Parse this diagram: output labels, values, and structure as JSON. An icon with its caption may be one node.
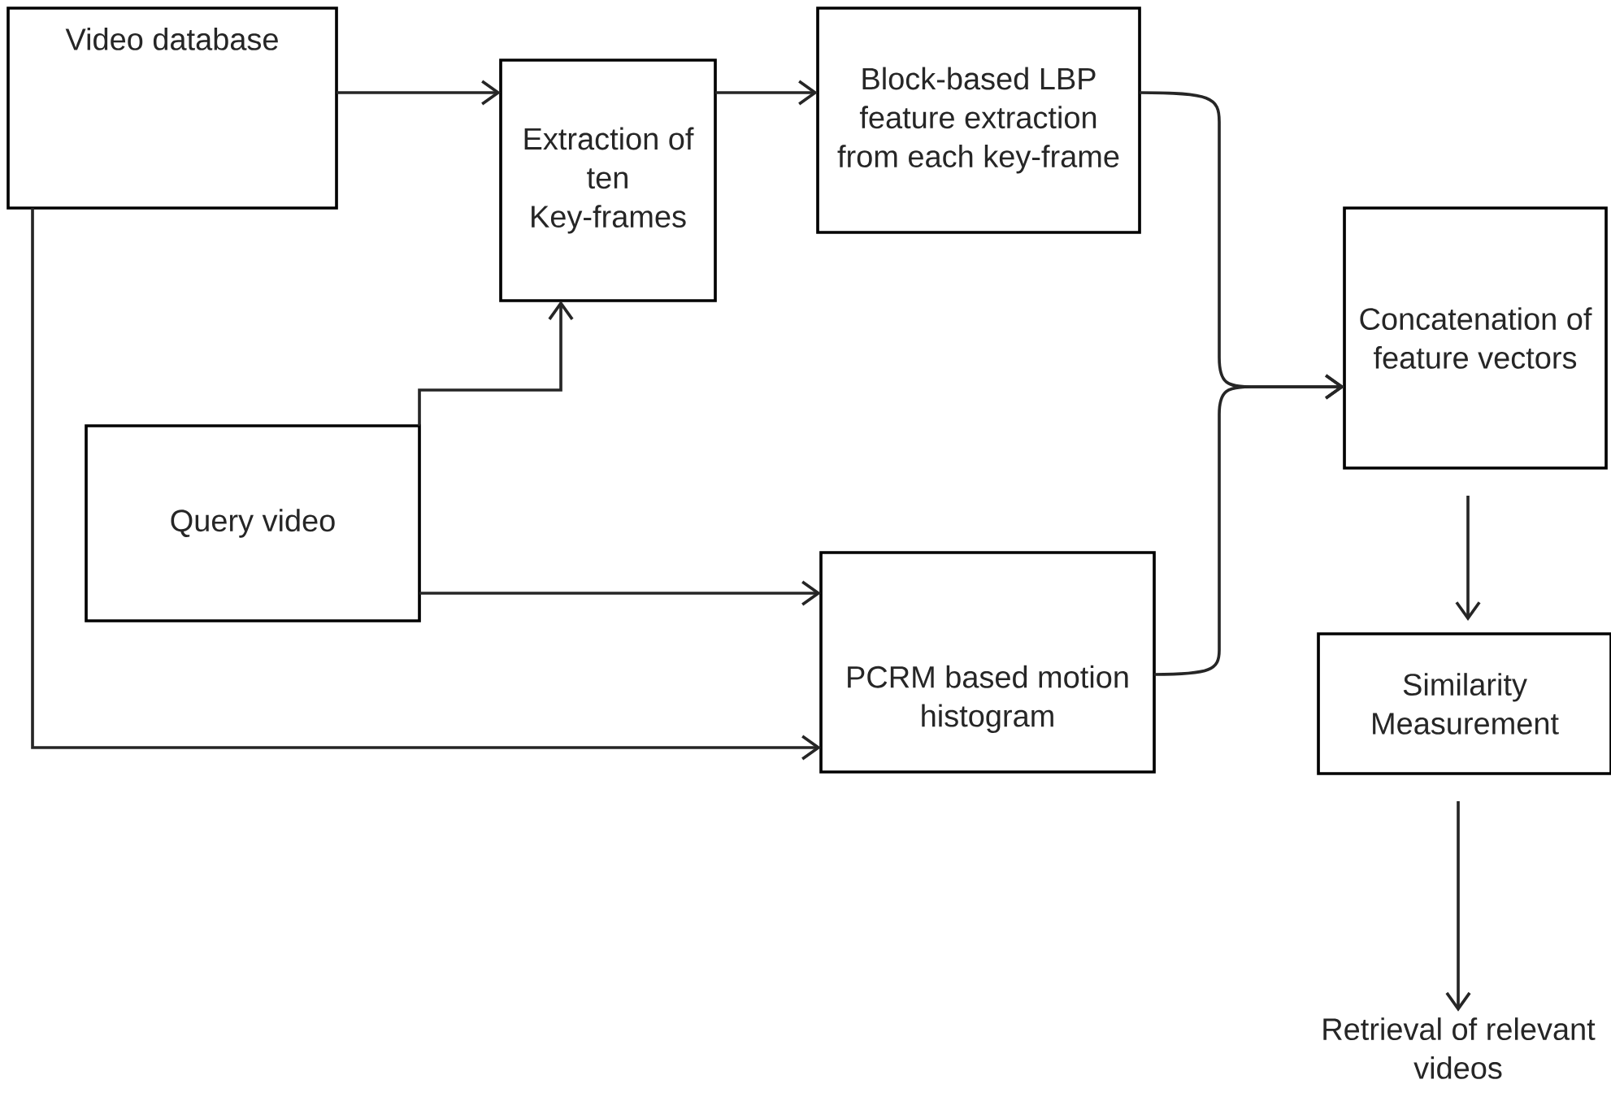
{
  "diagram": {
    "nodes": [
      {
        "text": [
          "Video database"
        ]
      },
      {
        "text": [
          "Extraction of ten Key-frames"
        ]
      },
      {
        "text": [
          "Block-based LBP feature extraction from each key-frame"
        ]
      },
      {
        "text": [
          "Query video"
        ]
      },
      {
        "text": [
          "PCRM based motion histogram"
        ]
      },
      {
        "text": [
          "Concatenation of feature vectors"
        ]
      },
      {
        "text": [
          "Similarity Measurement"
        ]
      },
      {
        "text": [
          "Retrieval of relevant videos"
        ]
      }
    ],
    "edges": [
      {
        "from": 0,
        "to": 1,
        "arrow": "to"
      },
      {
        "from": 1,
        "to": 2,
        "arrow": "to"
      },
      {
        "from": 3,
        "to": 1,
        "arrow": "to"
      },
      {
        "from": 3,
        "to": 4,
        "arrow": "to"
      },
      {
        "from": 0,
        "to": 4,
        "arrow": "to"
      },
      {
        "from": 2,
        "to": 5,
        "arrow": "to"
      },
      {
        "from": 4,
        "to": 5,
        "arrow": "to"
      },
      {
        "from": 5,
        "to": 6,
        "arrow": "to"
      },
      {
        "from": 6,
        "to": 7,
        "arrow": "to"
      }
    ]
  }
}
